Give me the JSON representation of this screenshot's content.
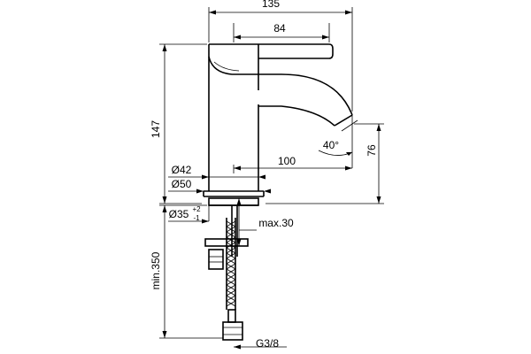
{
  "drawing": {
    "dimensions": {
      "overall_width": "135",
      "handle_length": "84",
      "total_height": "147",
      "spout_reach": "100",
      "outlet_height": "76",
      "outlet_angle": "40°",
      "body_diameter": "Ø42",
      "base_diameter": "Ø50",
      "hole_diameter": "Ø35",
      "hole_tol_plus": "+2",
      "hole_tol_minus": "-1",
      "max_deck": "max.30",
      "hose_length": "min.350",
      "thread": "G3/8"
    },
    "colors": {
      "line": "#000000",
      "background": "#ffffff"
    }
  }
}
